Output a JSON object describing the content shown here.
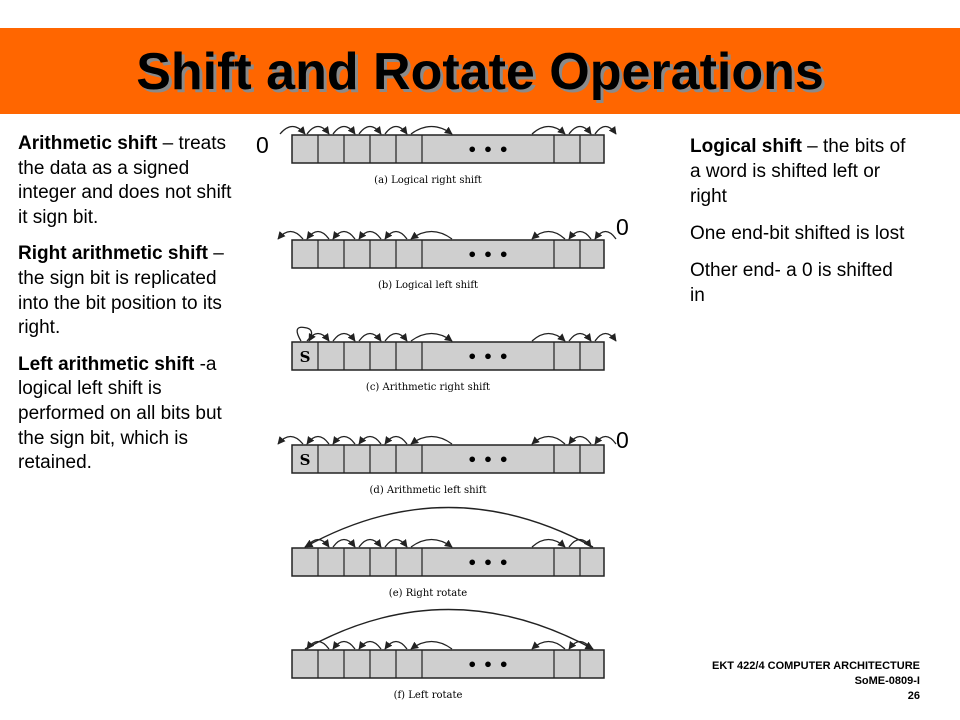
{
  "slide": {
    "title": "Shift and Rotate Operations",
    "accent_color": "#ff6600"
  },
  "left_text": {
    "p1_bold": "Arithmetic shift",
    "p1_rest": " – treats the data as a signed integer and does not shift it sign bit.",
    "p2_bold": "Right arithmetic shift",
    "p2_rest": " –the sign bit is replicated into the bit position to its right.",
    "p3_bold": "Left arithmetic shift",
    "p3_rest": " -a logical left shift is performed on all bits but the sign bit, which is retained."
  },
  "right_text": {
    "p1_bold": "Logical shift",
    "p1_rest": " – the bits of a word is shifted left or right",
    "p2": "One end-bit shifted is lost",
    "p3": "Other end- a 0 is shifted in"
  },
  "diagram": {
    "zero_label": "0",
    "sign_label": "S",
    "dots": "• • •",
    "captions": {
      "a": "(a) Logical right shift",
      "b": "(b) Logical left shift",
      "c": "(c) Arithmetic right shift",
      "d": "(d) Arithmetic left shift",
      "e": "(e) Right rotate",
      "f": "(f) Left rotate"
    }
  },
  "footer": {
    "line1": "EKT 422/4 COMPUTER ARCHITECTURE",
    "line2": "SoME-0809-I",
    "page": "26"
  }
}
